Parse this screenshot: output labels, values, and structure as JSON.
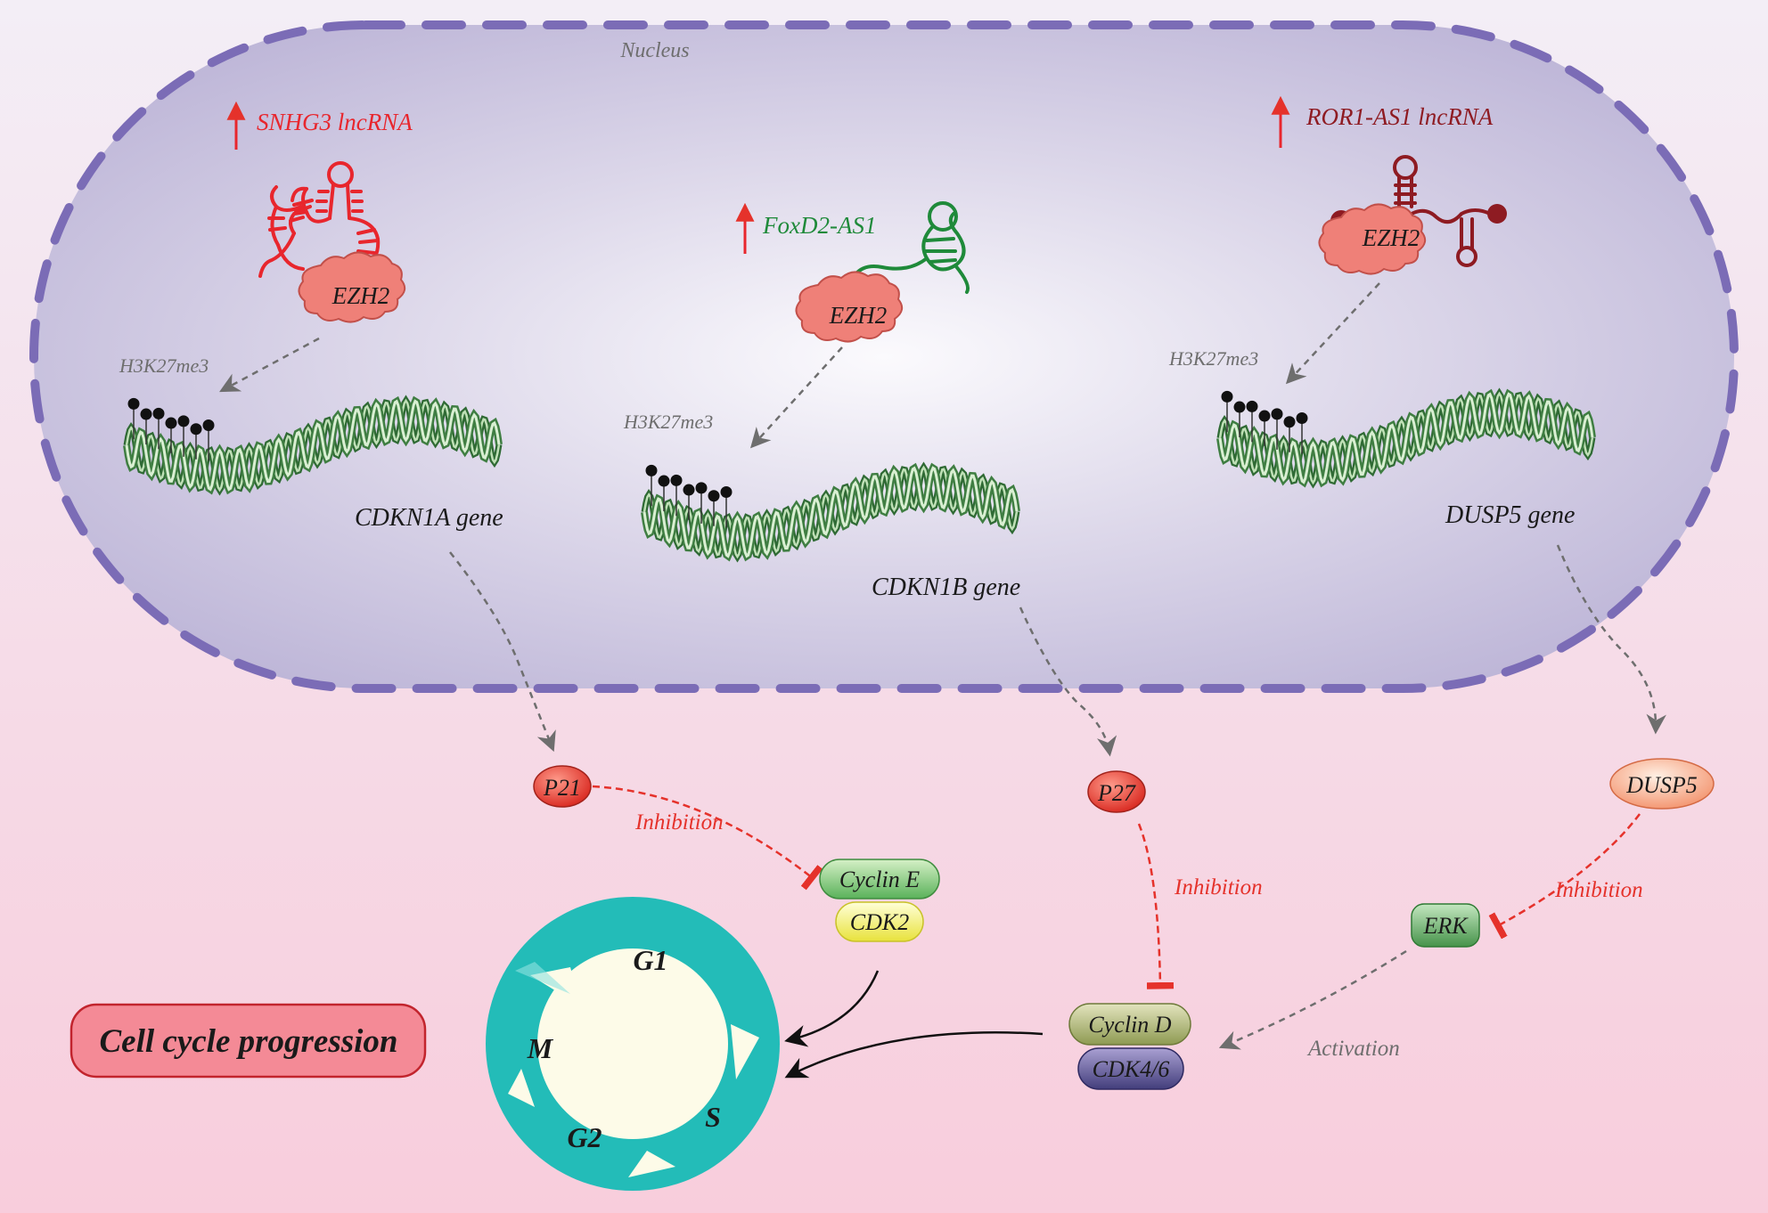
{
  "nucleus": {
    "label": "Nucleus"
  },
  "lncrnas": [
    {
      "name": "SNHG3 lncRNA",
      "color": "#e8262d"
    },
    {
      "name": "FoxD2-AS1",
      "color": "#1f8a3a"
    },
    {
      "name": "ROR1-AS1 lncRNA",
      "color": "#8e1b22"
    }
  ],
  "ezh2": [
    "EZH2",
    "EZH2",
    "EZH2"
  ],
  "mark_label": "H3K27me3",
  "genes": [
    "CDKN1A gene",
    "CDKN1B gene",
    "DUSP5 gene"
  ],
  "proteins": {
    "p21": "P21",
    "p27": "P27",
    "dusp5": "DUSP5",
    "erk": "ERK"
  },
  "complexes": {
    "cyclin_e": "Cyclin E",
    "cdk2": "CDK2",
    "cyclin_d": "Cyclin D",
    "cdk46": "CDK4/6"
  },
  "relations": {
    "inhibition": "Inhibition",
    "activation": "Activation"
  },
  "cell_cycle": {
    "title": "Cell cycle progression",
    "phases": [
      "G1",
      "S",
      "G2",
      "M"
    ]
  },
  "colors": {
    "background_top": "#f4eef6",
    "background_bottom": "#f8cfdd",
    "nucleus_fill": "#c8c0dc",
    "nucleus_border": "#7b6cb6",
    "ezh2": "#ef8078",
    "dna": "#5d9a5d",
    "inhibition": "#e5322b",
    "cycle_ring": "#23bcb8",
    "arrow_gray": "#6e6e6e"
  }
}
